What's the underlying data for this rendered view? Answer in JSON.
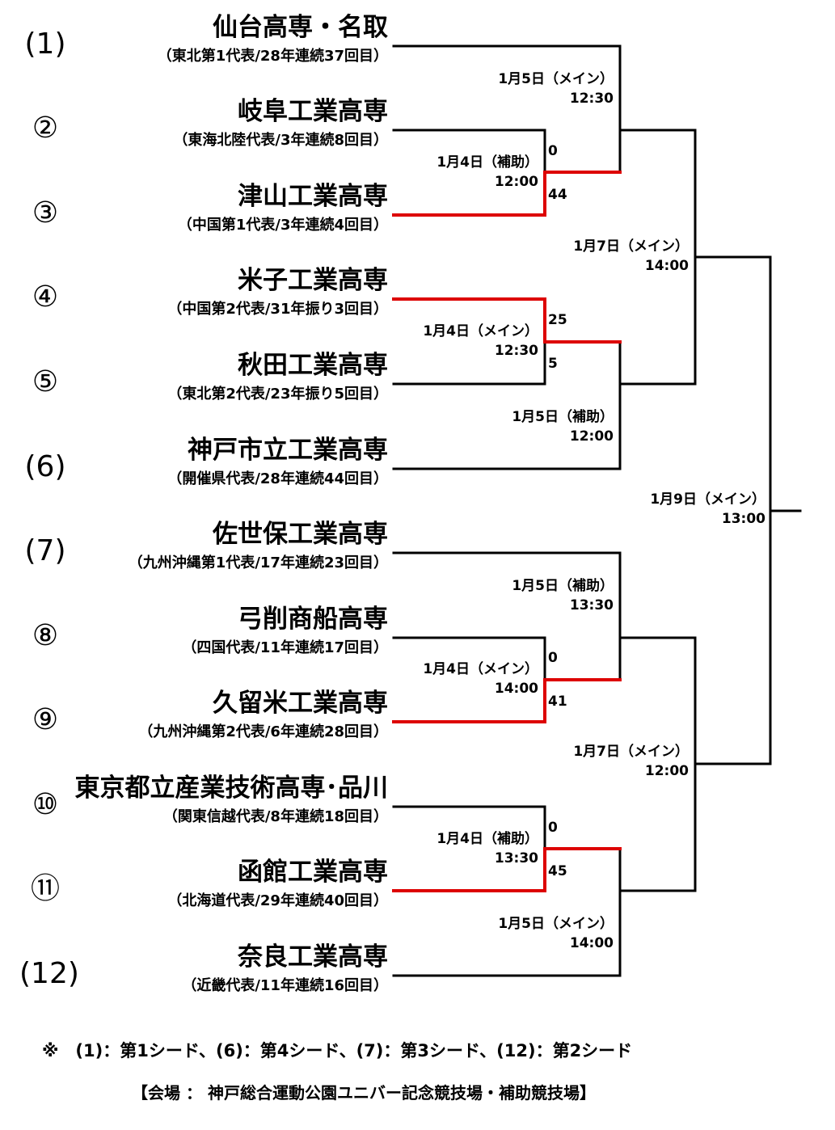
{
  "teams": [
    {
      "seed": "(1)",
      "name": "仙台高専・名取",
      "detail": "（東北第1代表/28年連続37回目）"
    },
    {
      "seed": "②",
      "name": "岐阜工業高専",
      "detail": "（東海北陸代表/3年連続8回目）"
    },
    {
      "seed": "③",
      "name": "津山工業高専",
      "detail": "（中国第1代表/3年連続4回目）"
    },
    {
      "seed": "④",
      "name": "米子工業高専",
      "detail": "（中国第2代表/31年振り3回目）"
    },
    {
      "seed": "⑤",
      "name": "秋田工業高専",
      "detail": "（東北第2代表/23年振り5回目）"
    },
    {
      "seed": "(6)",
      "name": "神戸市立工業高専",
      "detail": "（開催県代表/28年連続44回目）"
    },
    {
      "seed": "(7)",
      "name": "佐世保工業高専",
      "detail": "（九州沖縄第1代表/17年連続23回目）"
    },
    {
      "seed": "⑧",
      "name": "弓削商船高専",
      "detail": "（四国代表/11年連続17回目）"
    },
    {
      "seed": "⑨",
      "name": "久留米工業高専",
      "detail": "（九州沖縄第2代表/6年連続28回目）"
    },
    {
      "seed": "⑩",
      "name": "東京都立産業技術高専･品川",
      "detail": "（関東信越代表/8年連続18回目）"
    },
    {
      "seed": "⑪",
      "name": "函館工業高専",
      "detail": "（北海道代表/29年連続40回目）"
    },
    {
      "seed": "(12)",
      "name": "奈良工業高専",
      "detail": "（近畿代表/11年連続16回目）"
    }
  ],
  "matches": [
    {
      "id": "r1a",
      "date": "1月4日（補助）",
      "time": "12:00",
      "score_top": "0",
      "score_bottom": "44",
      "winner": "bottom"
    },
    {
      "id": "r1b",
      "date": "1月4日（メイン）",
      "time": "12:30",
      "score_top": "25",
      "score_bottom": "5",
      "winner": "top"
    },
    {
      "id": "r1c",
      "date": "1月4日（メイン）",
      "time": "14:00",
      "score_top": "0",
      "score_bottom": "41",
      "winner": "bottom"
    },
    {
      "id": "r1d",
      "date": "1月4日（補助）",
      "time": "13:30",
      "score_top": "0",
      "score_bottom": "45",
      "winner": "bottom"
    },
    {
      "id": "qf1",
      "date": "1月5日（メイン）",
      "time": "12:30"
    },
    {
      "id": "qf2",
      "date": "1月5日（補助）",
      "time": "12:00"
    },
    {
      "id": "qf3",
      "date": "1月5日（補助）",
      "time": "13:30"
    },
    {
      "id": "qf4",
      "date": "1月5日（メイン）",
      "time": "14:00"
    },
    {
      "id": "sf1",
      "date": "1月7日（メイン）",
      "time": "14:00"
    },
    {
      "id": "sf2",
      "date": "1月7日（メイン）",
      "time": "12:00"
    },
    {
      "id": "final",
      "date": "1月9日（メイン）",
      "time": "13:00"
    }
  ],
  "footnote": "※　(1)：第1シード、(6)：第4シード、(7)：第3シード、(12)：第2シード",
  "venue": "【会場 ： 神戸総合運動公園ユニバー記念競技場・補助競技場】",
  "colors": {
    "line": "#000000",
    "winner_line": "#dd0000"
  }
}
